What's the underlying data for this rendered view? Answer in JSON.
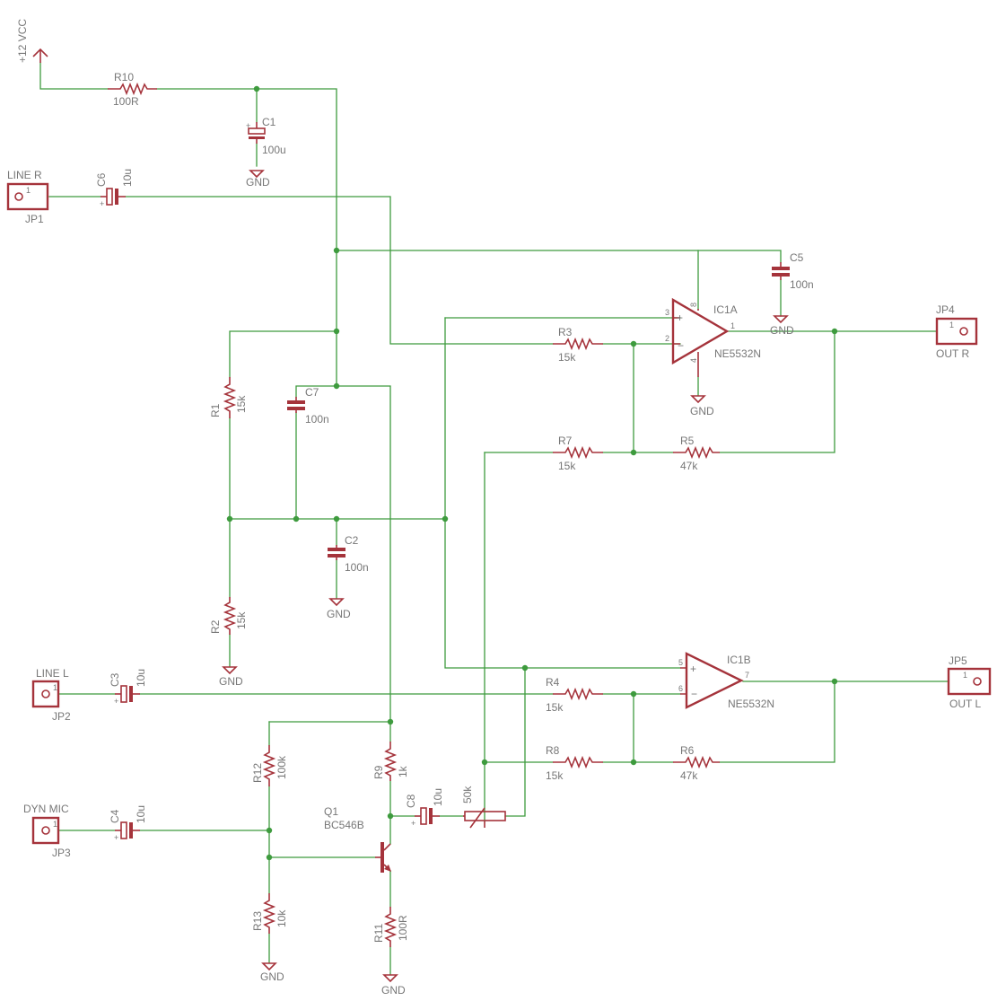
{
  "power": {
    "vcc": "+12 VCC",
    "gnd": "GND"
  },
  "connectors": {
    "jp1": {
      "name": "JP1",
      "signal": "LINE R",
      "pin": "1"
    },
    "jp2": {
      "name": "JP2",
      "signal": "LINE L",
      "pin": "1"
    },
    "jp3": {
      "name": "JP3",
      "signal": "DYN MIC",
      "pin": "1"
    },
    "jp4": {
      "name": "JP4",
      "signal": "OUT R",
      "pin": "1"
    },
    "jp5": {
      "name": "JP5",
      "signal": "OUT L",
      "pin": "1"
    }
  },
  "resistors": {
    "r1": {
      "name": "R1",
      "value": "15k"
    },
    "r2": {
      "name": "R2",
      "value": "15k"
    },
    "r3": {
      "name": "R3",
      "value": "15k"
    },
    "r4": {
      "name": "R4",
      "value": "15k"
    },
    "r5": {
      "name": "R5",
      "value": "47k"
    },
    "r6": {
      "name": "R6",
      "value": "47k"
    },
    "r7": {
      "name": "R7",
      "value": "15k"
    },
    "r8": {
      "name": "R8",
      "value": "15k"
    },
    "r9": {
      "name": "R9",
      "value": "1k"
    },
    "r10": {
      "name": "R10",
      "value": "100R"
    },
    "r11": {
      "name": "R11",
      "value": "100R"
    },
    "r12": {
      "name": "R12",
      "value": "100k"
    },
    "r13": {
      "name": "R13",
      "value": "10k"
    }
  },
  "capacitors": {
    "c1": {
      "name": "C1",
      "value": "100u"
    },
    "c2": {
      "name": "C2",
      "value": "100n"
    },
    "c3": {
      "name": "C3",
      "value": "10u"
    },
    "c4": {
      "name": "C4",
      "value": "10u"
    },
    "c5": {
      "name": "C5",
      "value": "100n"
    },
    "c6": {
      "name": "C6",
      "value": "10u"
    },
    "c7": {
      "name": "C7",
      "value": "100n"
    },
    "c8": {
      "name": "C8",
      "value": "10u"
    }
  },
  "opamps": {
    "ic1a": {
      "name": "IC1A",
      "part": "NE5532N",
      "pins": {
        "noninv": "3",
        "inv": "2",
        "out": "1",
        "vplus": "8",
        "vminus": "4"
      }
    },
    "ic1b": {
      "name": "IC1B",
      "part": "NE5532N",
      "pins": {
        "noninv": "5",
        "inv": "6",
        "out": "7"
      }
    }
  },
  "transistor": {
    "name": "Q1",
    "part": "BC546B"
  },
  "potentiometer": {
    "value": "50k"
  },
  "colors": {
    "wire": "#3e9b3e",
    "part": "#a5333b",
    "label": "#777777"
  }
}
